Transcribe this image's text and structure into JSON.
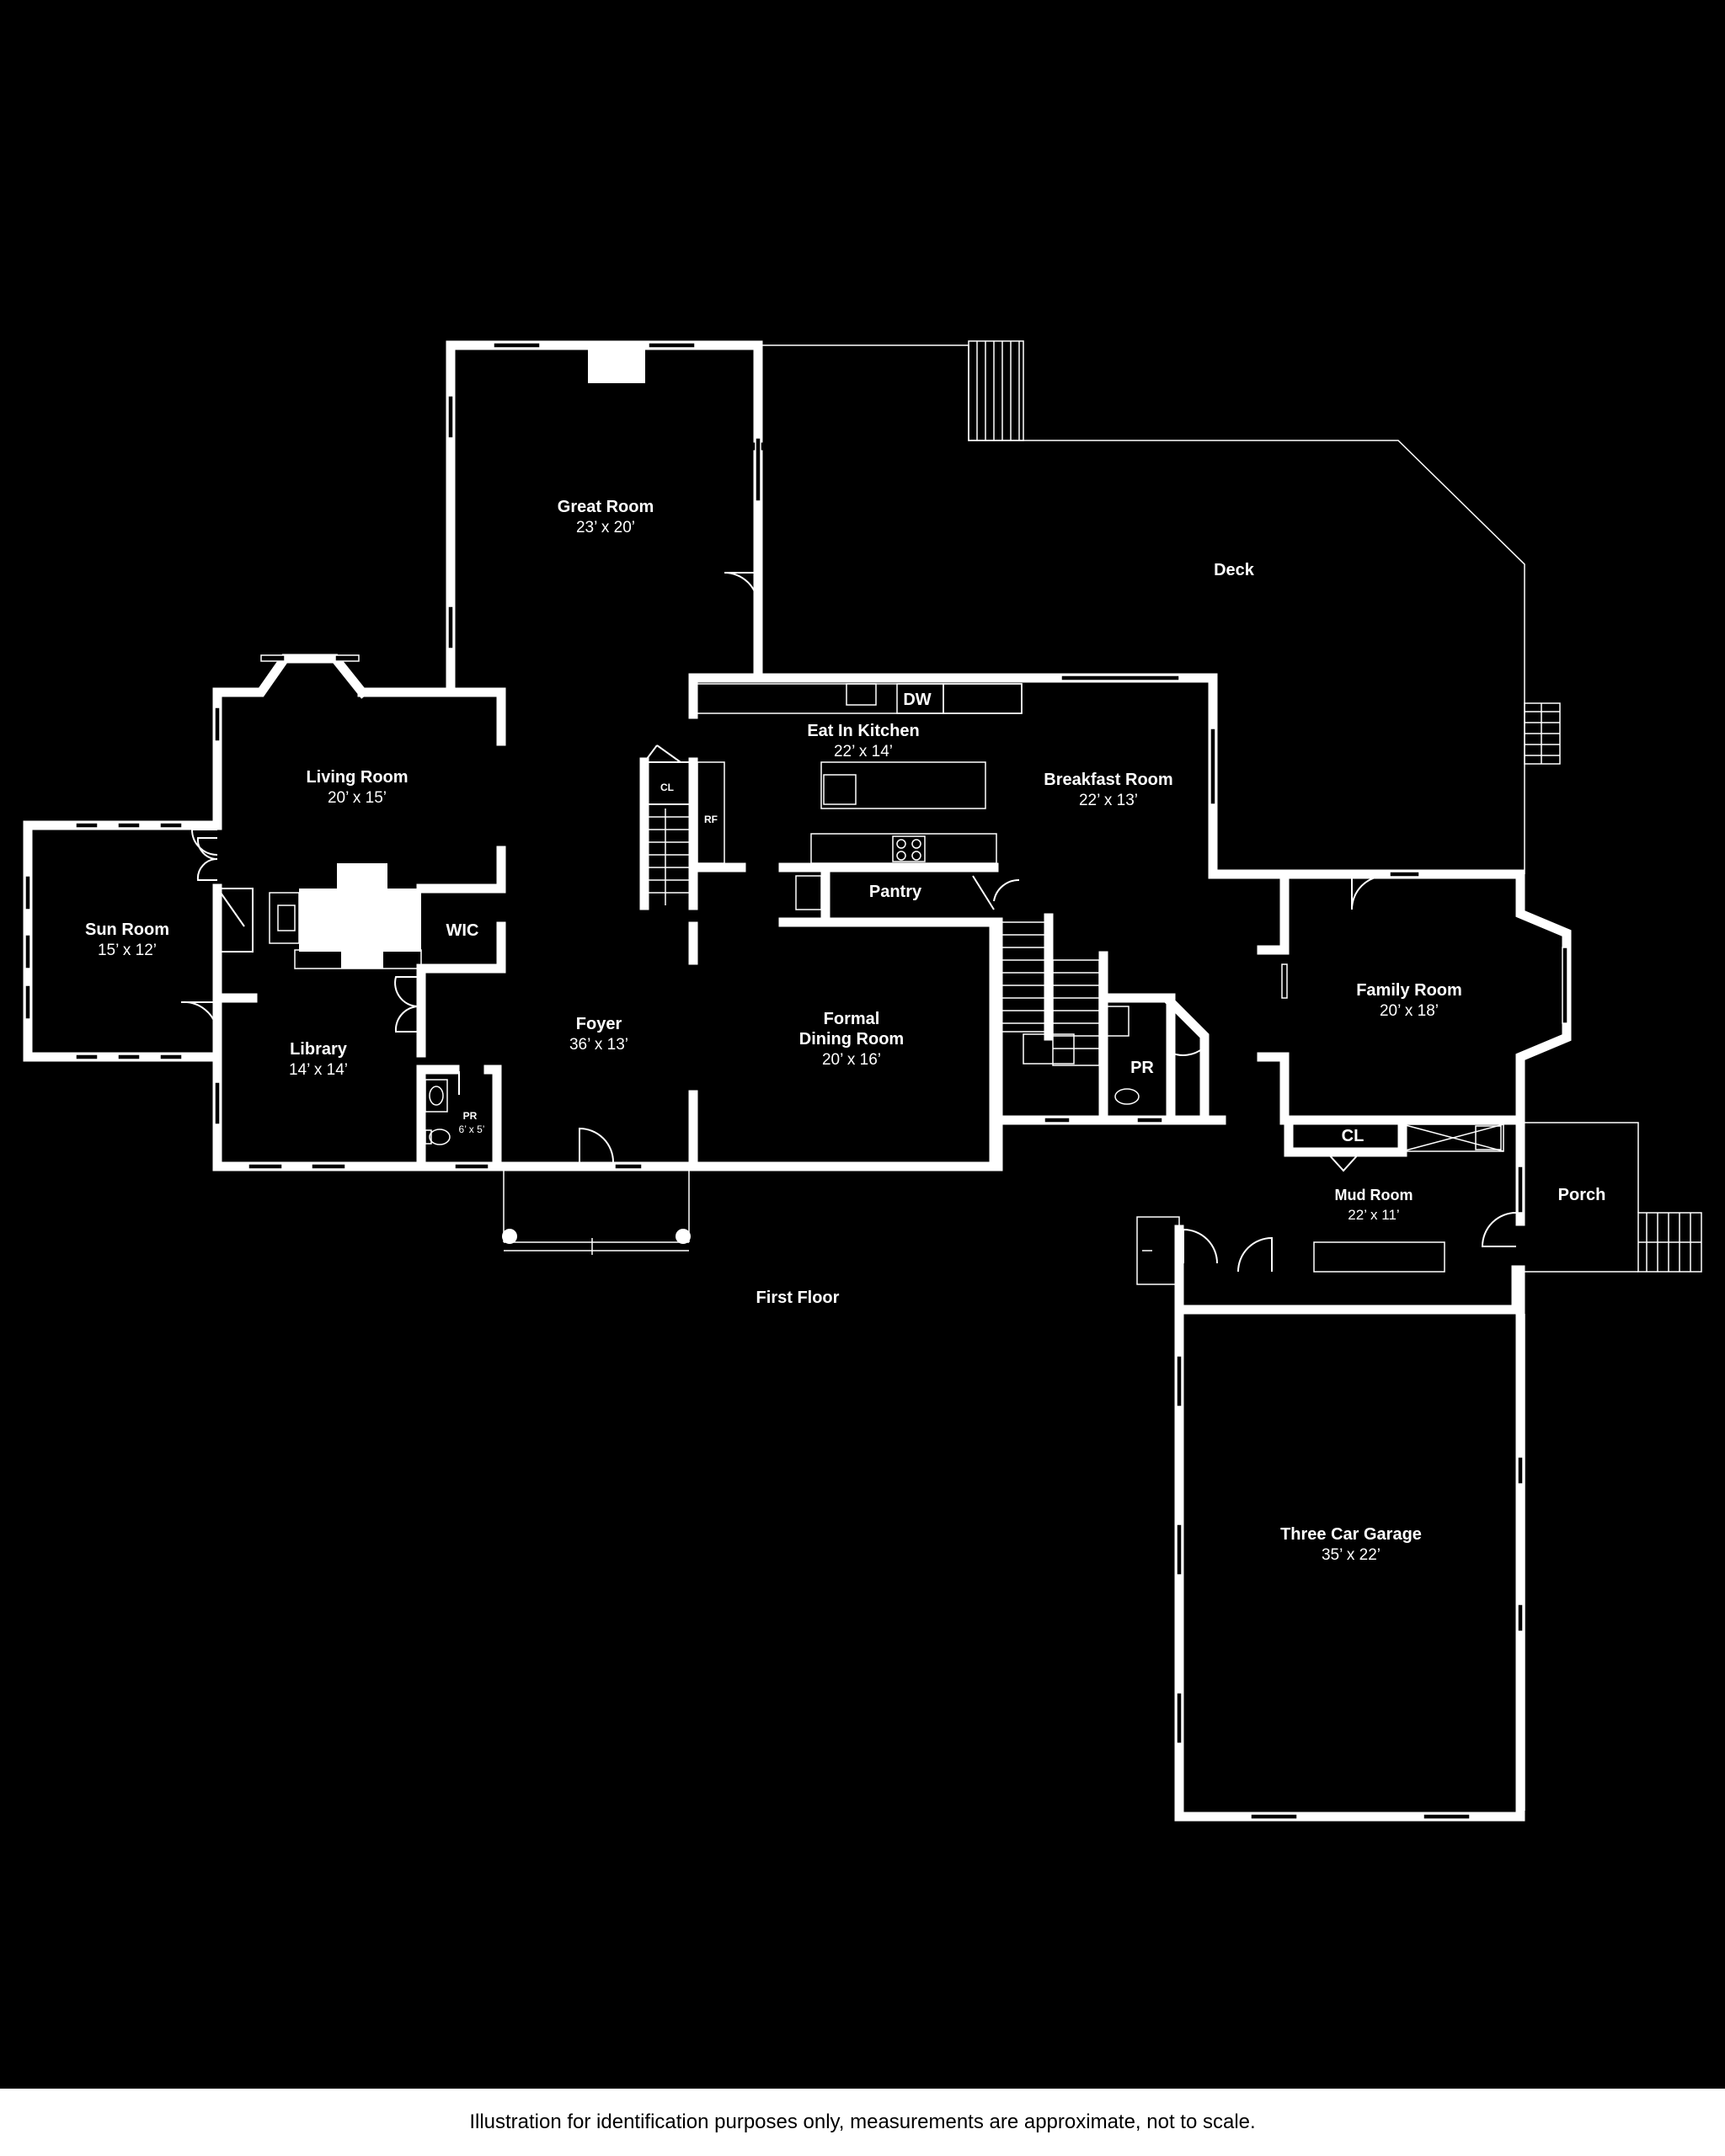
{
  "colors": {
    "background": "#000000",
    "lines": "#ffffff",
    "footer_background": "#ffffff",
    "footer_text": "#000000"
  },
  "floor_label": "First Floor",
  "disclaimer": "Illustration for identification purposes only, measurements are approximate, not to scale.",
  "rooms": {
    "great_room": {
      "name": "Great Room",
      "dim": "23’  x  20’"
    },
    "deck": {
      "name": "Deck"
    },
    "eat_in_kitchen": {
      "name": "Eat In Kitchen",
      "dim": "22’  x  14’"
    },
    "breakfast_room": {
      "name": "Breakfast Room",
      "dim": "22’  x  13’"
    },
    "living_room": {
      "name": "Living Room",
      "dim": "20’  x  15’"
    },
    "sun_room": {
      "name": "Sun Room",
      "dim": "15’  x  12’"
    },
    "library": {
      "name": "Library",
      "dim": "14’  x  14’"
    },
    "foyer": {
      "name": "Foyer",
      "dim": "36’  x  13’"
    },
    "formal_dining": {
      "name_line1": "Formal",
      "name_line2": "Dining Room",
      "dim": "20’  x  16’"
    },
    "family_room": {
      "name": "Family Room",
      "dim": "20’  x  18’"
    },
    "mud_room": {
      "name": "Mud Room",
      "dim": "22’  x  11’"
    },
    "porch": {
      "name": "Porch"
    },
    "garage": {
      "name": "Three Car Garage",
      "dim": "35’  x  22’"
    },
    "pr_small": {
      "name": "PR",
      "dim": "6’  x  5’"
    }
  },
  "fixtures": {
    "dw": "DW",
    "cl_kitchen": "CL",
    "rf": "RF",
    "pantry": "Pantry",
    "wic": "WIC",
    "pr_right": "PR",
    "cl_mud": "CL"
  }
}
